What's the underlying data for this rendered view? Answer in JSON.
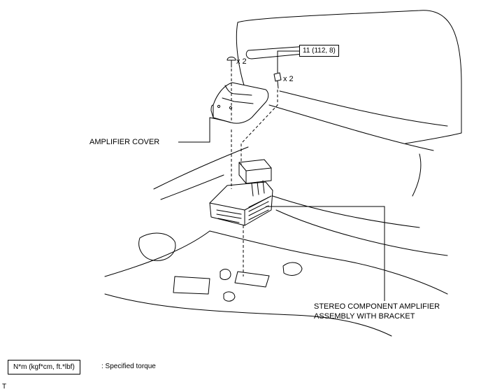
{
  "labels": {
    "amplifier_cover": "AMPLIFIER COVER",
    "amplifier_assembly_line1": "STEREO COMPONENT AMPLIFIER",
    "amplifier_assembly_line2": "ASSEMBLY WITH BRACKET",
    "screw_qty": "x 2",
    "bolt_qty": "x 2",
    "torque_value": "11 (112, 8)",
    "legend_box": "N*m (kgf*cm, ft.*lbf)",
    "legend_text": ": Specified torque",
    "corner_mark": "T"
  },
  "colors": {
    "line": "#000000",
    "background": "#ffffff",
    "faint": "#888888"
  }
}
